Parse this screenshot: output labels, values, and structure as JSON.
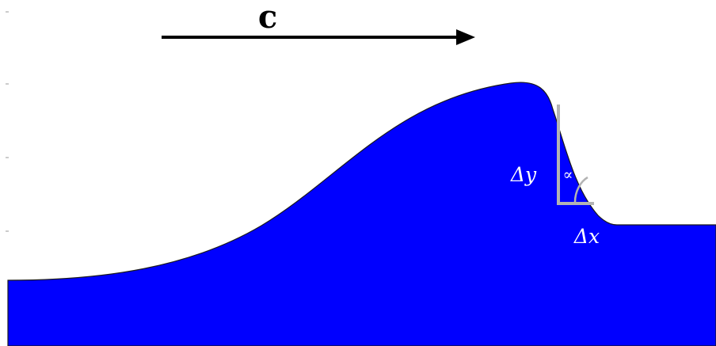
{
  "labels": {
    "speed": "c",
    "delta_y": "Δy",
    "delta_x": "Δx",
    "angle": "∝"
  },
  "colors": {
    "water": "#0000ff",
    "measure_lines": "#b3b3b3",
    "arrow": "#000000",
    "text_dark": "#000000",
    "text_light": "#ffffff"
  }
}
